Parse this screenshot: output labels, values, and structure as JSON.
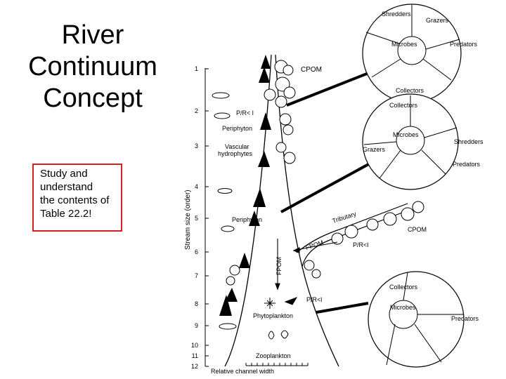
{
  "slide": {
    "title_lines": [
      "River",
      "Continuum",
      "Concept"
    ],
    "note_lines": [
      "Study and",
      "understand",
      "the contents of",
      "Table 22.2!"
    ],
    "accent_color": "#d62020"
  },
  "figure": {
    "y_axis_label": "Stream size (order)",
    "x_axis_label": "Relative channel width",
    "stream_orders": [
      "1",
      "2",
      "3",
      "4",
      "5",
      "6",
      "7",
      "8",
      "9",
      "10",
      "11",
      "12"
    ],
    "labels": {
      "cpom_top": "CPOM",
      "pr_less": "P/R< l",
      "periphyton_upper": "Periphyton",
      "vascular_line1": "Vascular",
      "vascular_line2": "hydrophytes",
      "periphyton_mid": "Periphyton",
      "tributary": "Tributary",
      "cpom_tributary": "CPOM",
      "fpom_tributary": "FPOM",
      "pr_tributary": "P/R<l",
      "fpom_vertical": "FPOM",
      "pr_lower": "P/R<l",
      "phytoplankton": "Phytoplankton",
      "zooplankton": "Zooplankton"
    },
    "circles": {
      "top": {
        "shredders": "Shredders",
        "grazers": "Grazers",
        "microbes": "Microbes",
        "predators": "Predators",
        "collectors": "Collectors"
      },
      "middle": {
        "collectors": "Collectors",
        "microbes": "Microbes",
        "shredders": "Shredders",
        "grazers": "Grazers",
        "predators": "Predators"
      },
      "bottom": {
        "collectors": "Collectors",
        "microbes": "Microbes",
        "predators": "Predators"
      }
    }
  }
}
